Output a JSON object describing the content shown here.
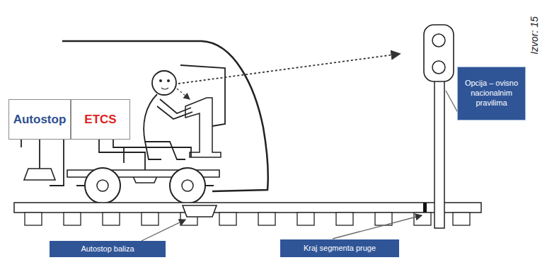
{
  "diagram": {
    "nodes": [
      {
        "text": [
          "Autostop"
        ]
      },
      {
        "text": [
          "ETCS"
        ]
      },
      {
        "text": [
          "Opcija – ovisno nacionalnim pravilima"
        ]
      },
      {
        "text": [
          "Autostop baliza"
        ]
      },
      {
        "text": [
          "Kraj segmenta pruge"
        ]
      }
    ],
    "edges": [],
    "labels": [
      "Izvor: 15"
    ]
  }
}
